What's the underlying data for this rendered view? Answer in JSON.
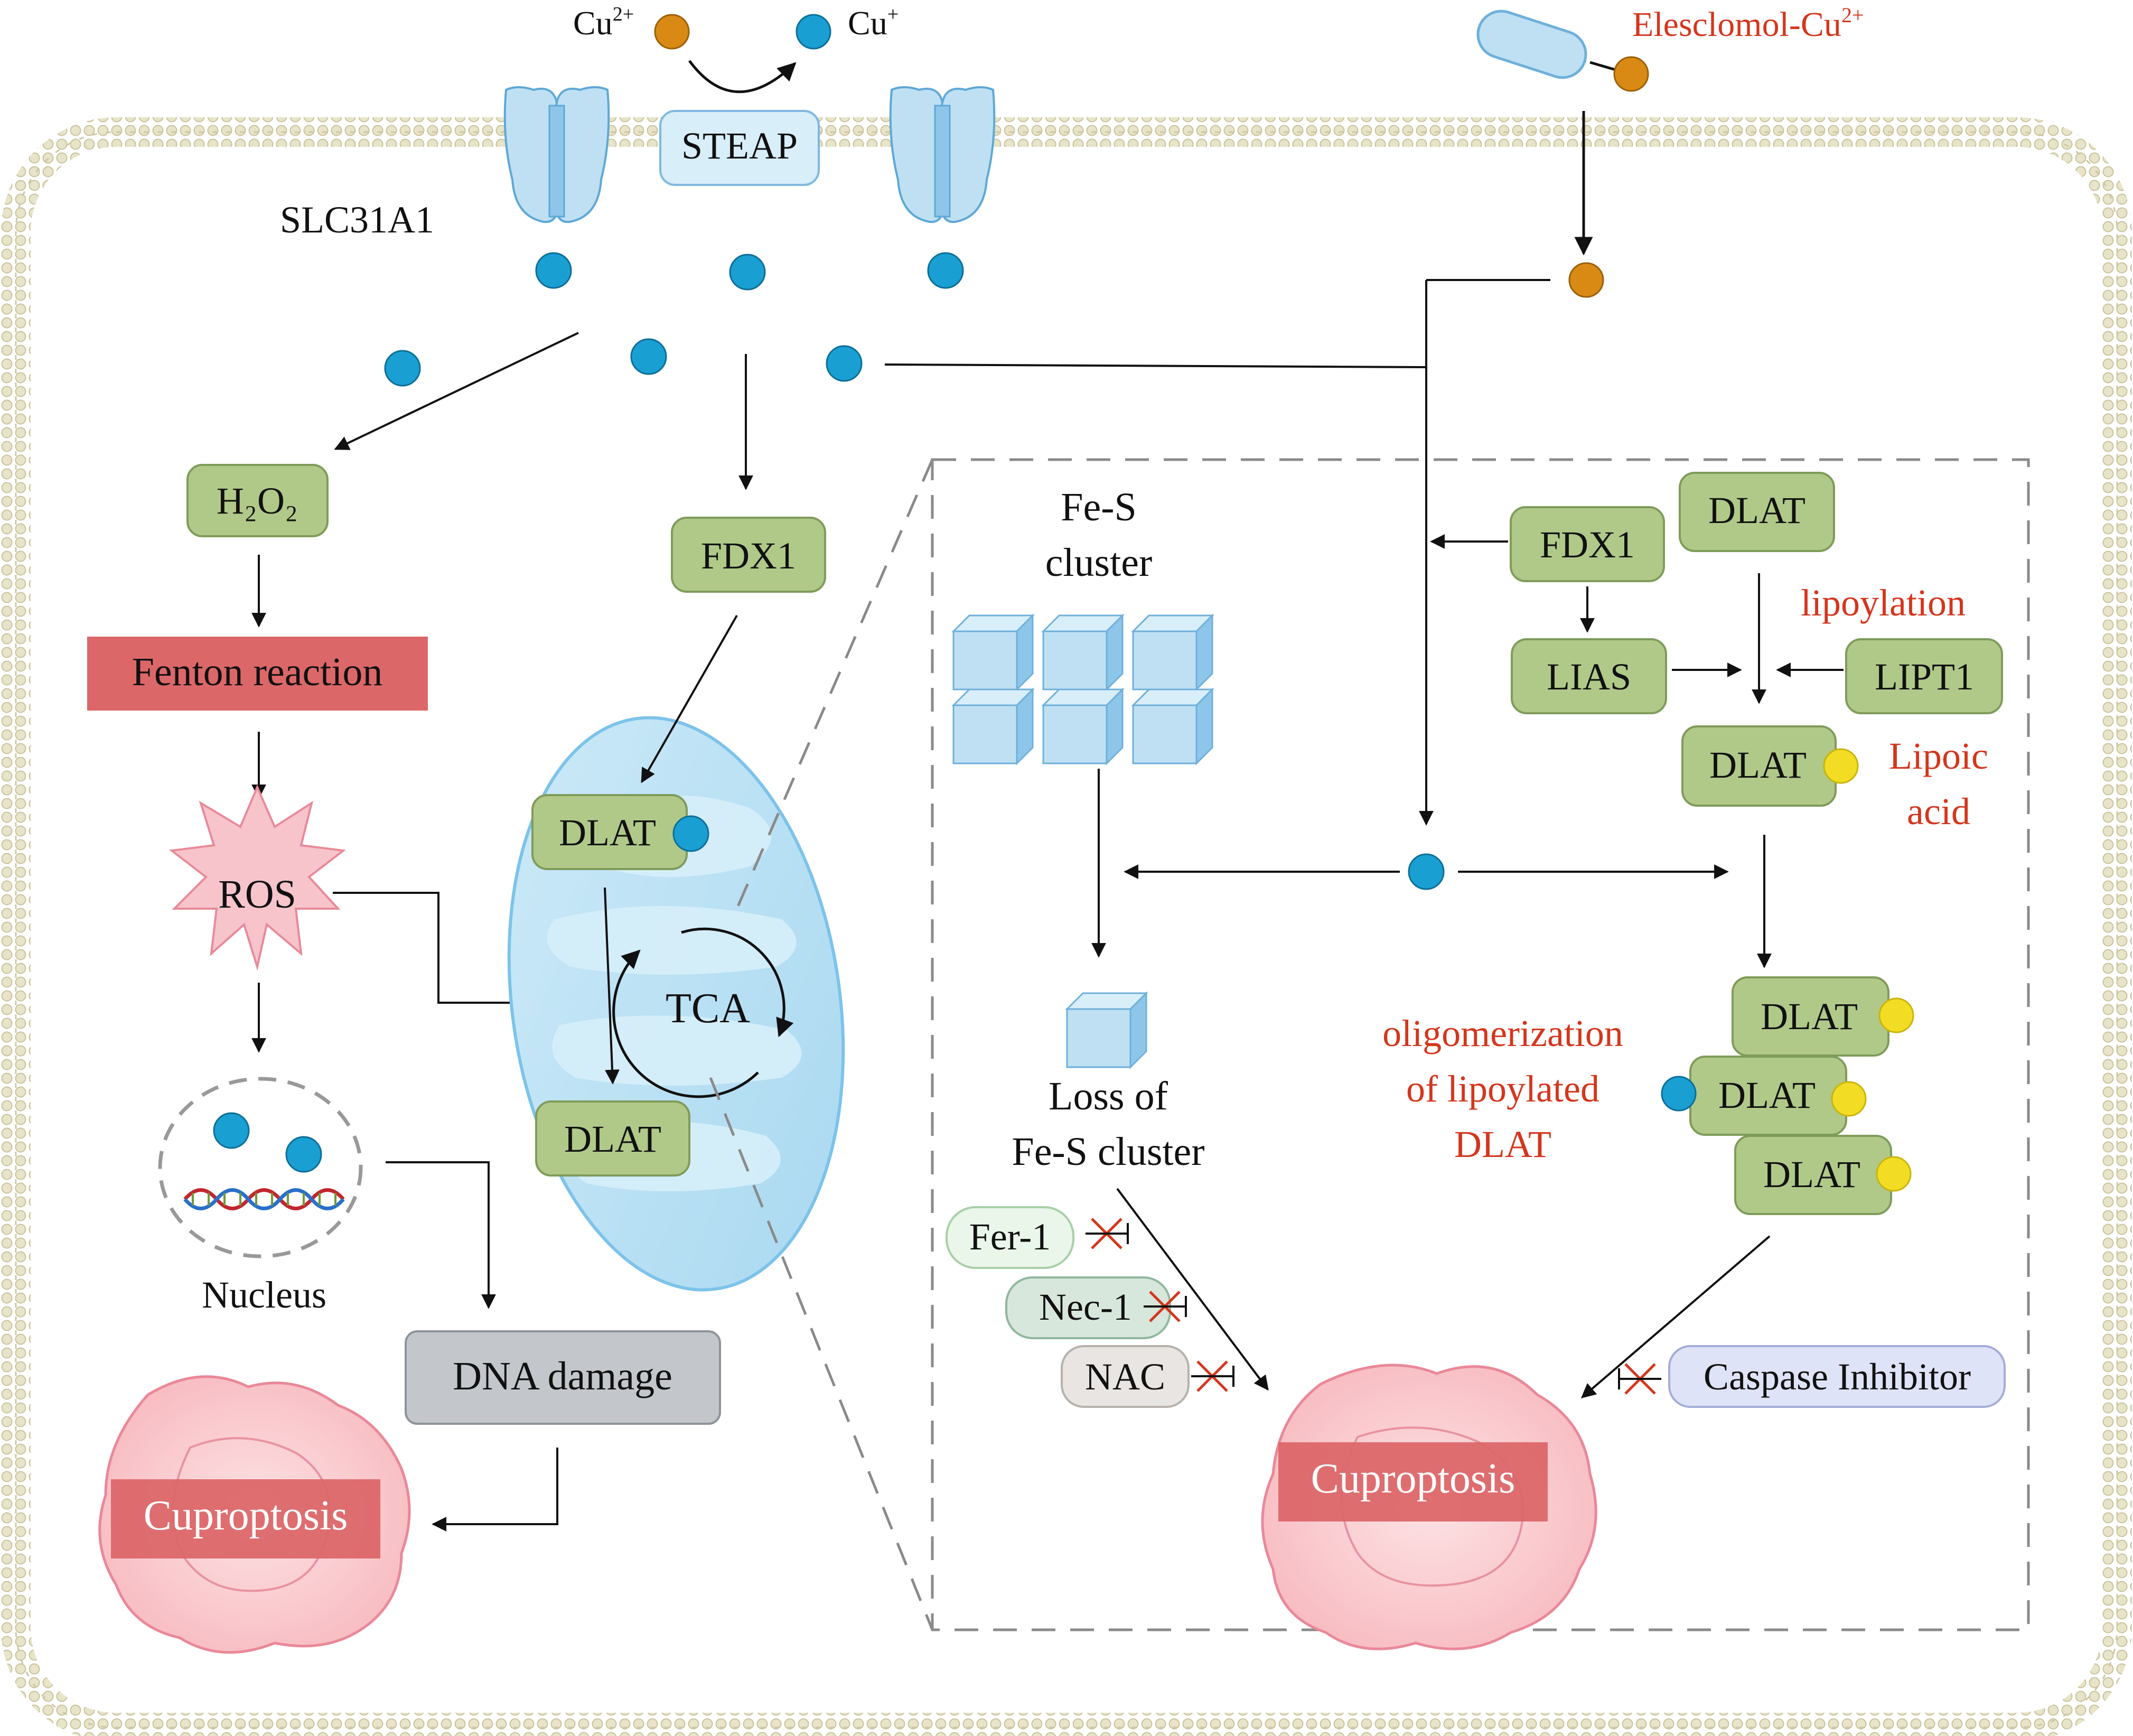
{
  "colors": {
    "membrane_bead": "#e3dfc3",
    "membrane_edge": "#c8c09a",
    "copper_plus": "#1a9fd3",
    "copper_2plus": "#d88a14",
    "lipoic": "#f2dd24",
    "green_box": "#b0c989",
    "green_box_edge": "#7f9c5a",
    "red_box": "#dc6769",
    "grey_box": "#c3c7cc",
    "blue_box": "#d8eef9",
    "mito": "#bfe3f5",
    "ros": "#f7c4cc",
    "cell_death": "#fbcfd3",
    "accent_text": "#d4361d"
  },
  "icons": {
    "transporter": "channel-protein-icon",
    "membrane": "phospholipid-bilayer-icon",
    "mitochondrion": "mitochondrion-icon",
    "cube": "fe-s-cube-icon",
    "nucleus": "nucleus-icon",
    "dna": "dna-helix-icon",
    "ros": "starburst-icon",
    "cell": "dying-cell-icon",
    "inhibit": "inhibition-cross-icon"
  },
  "top": {
    "cu2": "Cu",
    "cu2_sup": "2+",
    "cu1": "Cu",
    "cu1_sup": "+",
    "steap": "STEAP",
    "slc": "SLC31A1",
    "elesclomol": "Elesclomol-Cu",
    "elesclomol_sup": "2+"
  },
  "left": {
    "h2o2": "H₂O₂",
    "fenton": "Fenton reaction",
    "ros": "ROS",
    "nucleus": "Nucleus",
    "dna_damage": "DNA damage",
    "cuproptosis": "Cuproptosis"
  },
  "mito": {
    "fdx1": "FDX1",
    "dlat_top": "DLAT",
    "tca": "TCA",
    "dlat_bottom": "DLAT"
  },
  "panel": {
    "fes_title_1": "Fe-S",
    "fes_title_2": "cluster",
    "loss_1": "Loss of",
    "loss_2": "Fe-S cluster",
    "fdx1": "FDX1",
    "dlat_top": "DLAT",
    "lipoylation": "lipoylation",
    "lias": "LIAS",
    "lipt1": "LIPT1",
    "dlat_lipoic": "DLAT",
    "lipoic_1": "Lipoic",
    "lipoic_2": "acid",
    "oligo_1": "oligomerization",
    "oligo_2": "of lipoylated",
    "oligo_3": "DLAT",
    "dlat_o1": "DLAT",
    "dlat_o2": "DLAT",
    "dlat_o3": "DLAT",
    "fer1": "Fer-1",
    "nec1": "Nec-1",
    "nac": "NAC",
    "caspase": "Caspase Inhibitor",
    "cuproptosis": "Cuproptosis"
  }
}
